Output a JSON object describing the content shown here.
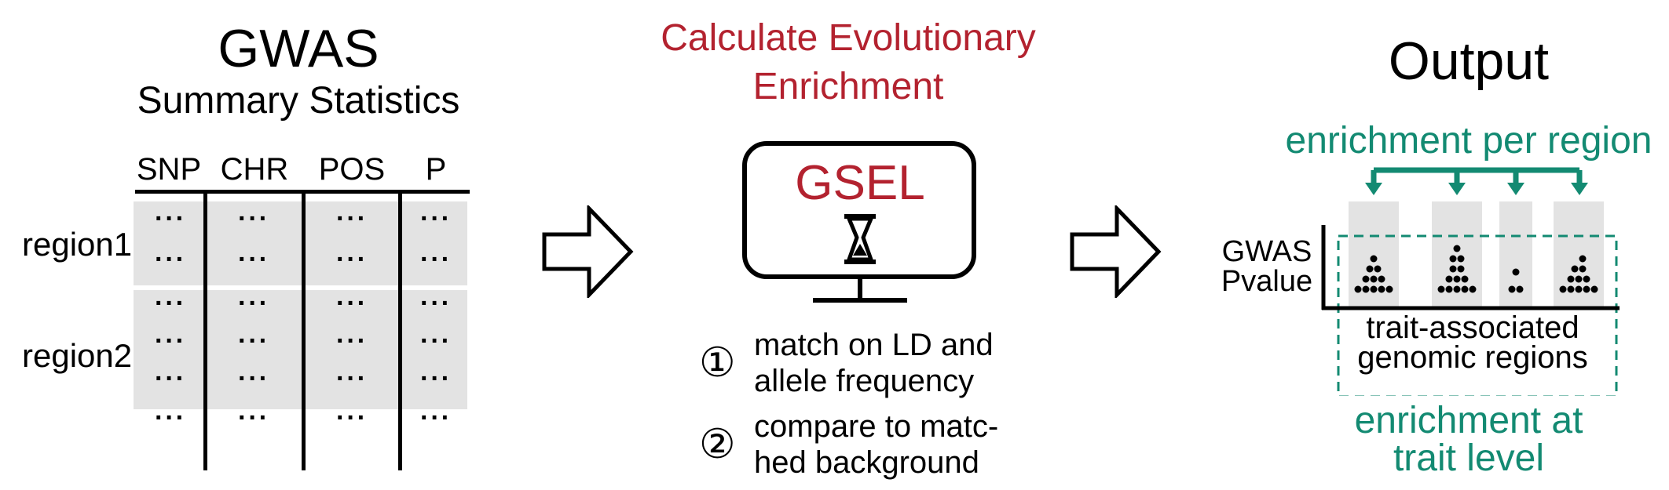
{
  "left": {
    "title": "GWAS",
    "subtitle": "Summary Statistics",
    "columns": [
      "SNP",
      "CHR",
      "POS",
      "P"
    ],
    "regions": [
      "region1",
      "region2"
    ],
    "cell": "···"
  },
  "middle": {
    "title_line1": "Calculate Evolutionary",
    "title_line2": "Enrichment",
    "screen_label": "GSEL",
    "steps": [
      {
        "number": "①",
        "line1": "match on LD and",
        "line2": "allele frequency"
      },
      {
        "number": "②",
        "line1": "compare to matc-",
        "line2": "hed background"
      }
    ]
  },
  "right": {
    "title": "Output",
    "top_label": "enrichment per region",
    "ylabel_line1": "GWAS",
    "ylabel_line2": "Pvalue",
    "xlabel_line1": "trait-associated",
    "xlabel_line2": "genomic regions",
    "bottom_label_line1": "enrichment at",
    "bottom_label_line2": "trait level"
  },
  "colors": {
    "red": "#b3222f",
    "teal": "#138a72",
    "shade": "#e3e3e3"
  },
  "icons": [
    "right-arrow-icon",
    "computer-monitor-icon",
    "hourglass-icon",
    "dot-cluster-icon"
  ]
}
